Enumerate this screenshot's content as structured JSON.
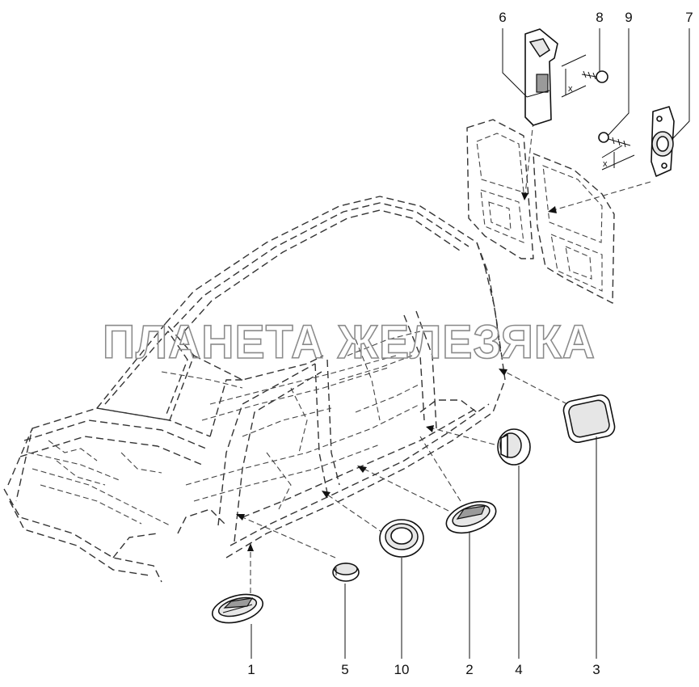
{
  "watermark": "ПЛАНЕТА ЖЕЛЕЗЯКА",
  "dimension_marks": [
    "x",
    "x"
  ],
  "callouts": [
    {
      "id": "callout-1",
      "label": "1"
    },
    {
      "id": "callout-5",
      "label": "5"
    },
    {
      "id": "callout-10",
      "label": "10"
    },
    {
      "id": "callout-2",
      "label": "2"
    },
    {
      "id": "callout-4",
      "label": "4"
    },
    {
      "id": "callout-3",
      "label": "3"
    },
    {
      "id": "callout-6",
      "label": "6"
    },
    {
      "id": "callout-8",
      "label": "8"
    },
    {
      "id": "callout-9",
      "label": "9"
    },
    {
      "id": "callout-7",
      "label": "7"
    }
  ]
}
